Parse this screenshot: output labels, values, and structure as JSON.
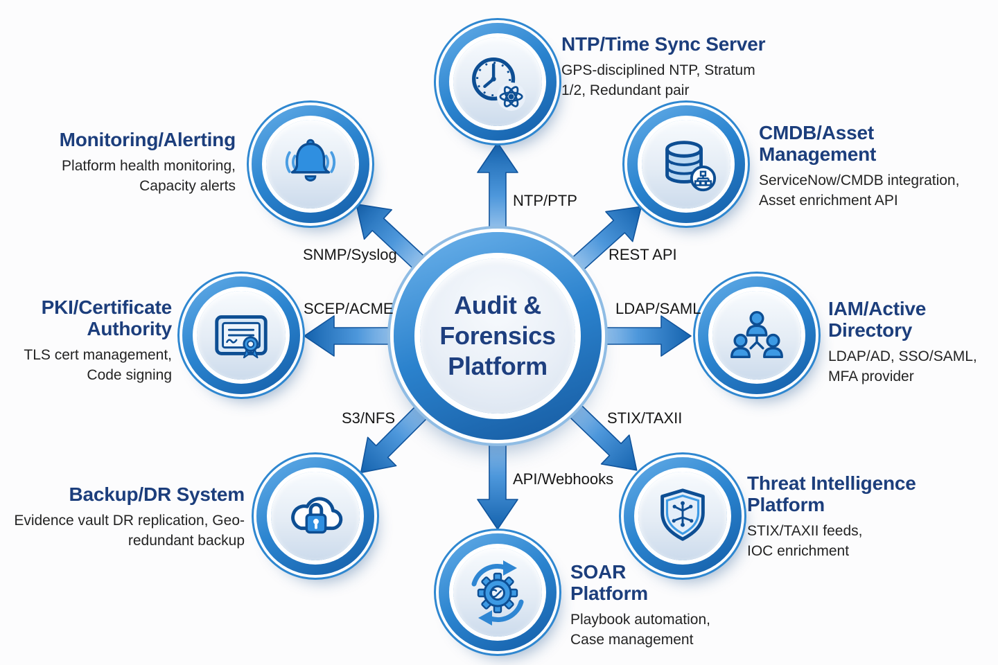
{
  "hub": {
    "title": "Audit & Forensics Platform"
  },
  "nodes": [
    {
      "id": "ntp",
      "title": "NTP/Time Sync Server",
      "description": "GPS-disciplined NTP, Stratum 1/2, Redundant pair",
      "protocol": "NTP/PTP",
      "icon": "clock-sync-icon"
    },
    {
      "id": "cmdb",
      "title": "CMDB/Asset Management",
      "description": "ServiceNow/CMDB integration, Asset enrichment API",
      "protocol": "REST API",
      "icon": "database-icon"
    },
    {
      "id": "iam",
      "title": "IAM/Active Directory",
      "description": "LDAP/AD, SSO/SAML, MFA provider",
      "protocol": "LDAP/SAML",
      "icon": "users-hierarchy-icon"
    },
    {
      "id": "threat",
      "title": "Threat Intelligence Platform",
      "description": "STIX/TAXII feeds, IOC enrichment",
      "protocol": "STIX/TAXII",
      "icon": "shield-circuit-icon"
    },
    {
      "id": "soar",
      "title": "SOAR Platform",
      "description": "Playbook automation, Case management",
      "protocol": "API/Webhooks",
      "icon": "gear-sync-icon"
    },
    {
      "id": "backup",
      "title": "Backup/DR System",
      "description": "Evidence vault DR replication, Geo-redundant backup",
      "protocol": "S3/NFS",
      "icon": "cloud-lock-icon"
    },
    {
      "id": "pki",
      "title": "PKI/Certificate Authority",
      "description": "TLS cert management, Code signing",
      "protocol": "SCEP/ACME",
      "icon": "certificate-icon"
    },
    {
      "id": "monitoring",
      "title": "Monitoring/Alerting",
      "description": "Platform health monitoring, Capacity alerts",
      "protocol": "SNMP/Syslog",
      "icon": "bell-icon"
    }
  ],
  "colors": {
    "arrow_blue": "#2e86d3",
    "ring_blue": "#2b84cf",
    "icon_stroke": "#0d4e93",
    "icon_fill": "#3d9ae4",
    "heading_navy": "#1c3e7c",
    "body_text": "#232323"
  }
}
